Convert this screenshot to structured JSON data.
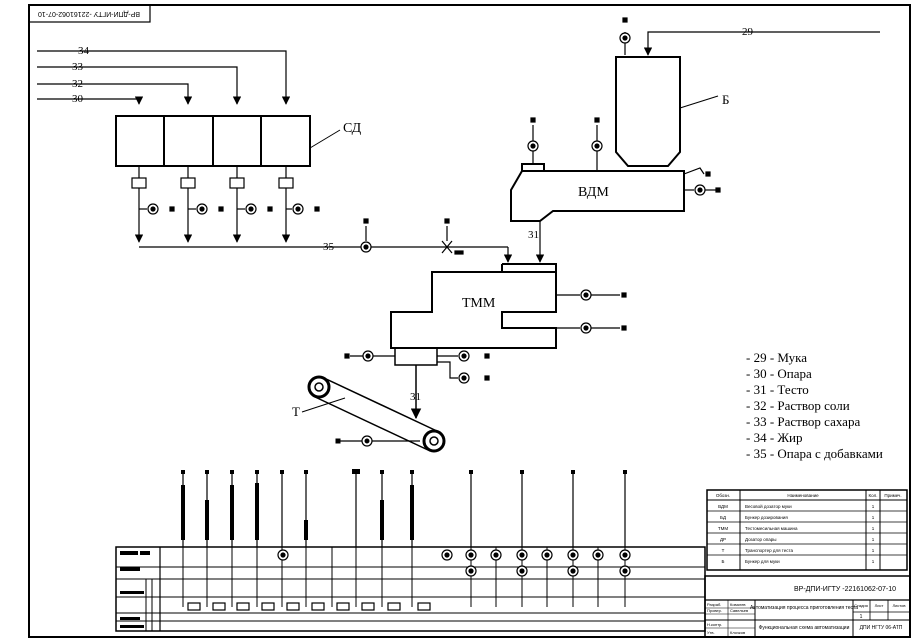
{
  "stamp_top": "ВР-ДПИ-ИГТУ -22161062-07-10",
  "units": {
    "sd": "СД",
    "vdm": "ВДМ",
    "tmm": "ТММ",
    "bunker": "Б",
    "transporter": "Т"
  },
  "streams": {
    "s29": "29",
    "s30": "30",
    "s31a": "31",
    "s31b": "31",
    "s32": "32",
    "s33": "33",
    "s34": "34",
    "s35": "35"
  },
  "legend": [
    "- 29 - Мука",
    "- 30 - Опара",
    "- 31 - Тесто",
    "- 32 - Раствор соли",
    "- 33 - Раствор сахара",
    "- 34 - Жир",
    "- 35 - Опара с добавками"
  ],
  "spec_table": {
    "headers": [
      "Обозн.",
      "Наименование",
      "Кол.",
      "Примеч."
    ],
    "rows": [
      {
        "code": "ВДМ",
        "name": "Весовой дозатор муки",
        "qty": "1"
      },
      {
        "code": "БД",
        "name": "Бункер дозирования",
        "qty": "1"
      },
      {
        "code": "ТММ",
        "name": "Тестомесильная машина",
        "qty": "1"
      },
      {
        "code": "ДР",
        "name": "Дозатор опары",
        "qty": "1"
      },
      {
        "code": "Т",
        "name": "Транспортер для теста",
        "qty": "1"
      },
      {
        "code": "Б",
        "name": "Бункер для муки",
        "qty": "1"
      }
    ]
  },
  "title_block": {
    "doc_code": "ВР-ДПИ-ИГТУ -22161062-07-10",
    "title": "Автоматизация процесса приготовления теста",
    "sheet_label": "Функциональная схема автоматизации",
    "org": "ДПИ НГТУ 06-АТП",
    "sheet_num": "1",
    "roles": [
      "Разраб.",
      "Провер.",
      "Н.контр.",
      "Утв."
    ],
    "names": [
      "Ковалев",
      "Савельев",
      "",
      "Клочков"
    ],
    "col_lit": "Стадия",
    "col_sheet": "Лист",
    "col_sheets": "Листов"
  }
}
